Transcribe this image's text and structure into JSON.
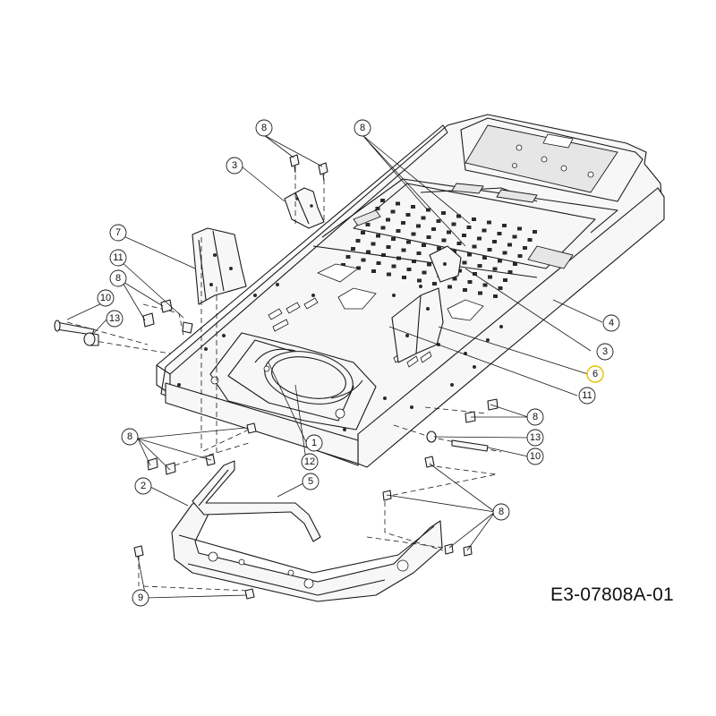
{
  "drawing_code": "E3-07808A-01",
  "callouts": [
    {
      "id": "c8a",
      "label": "8"
    },
    {
      "id": "c3a",
      "label": "3"
    },
    {
      "id": "c8b",
      "label": "8"
    },
    {
      "id": "c7",
      "label": "7"
    },
    {
      "id": "c11a",
      "label": "11"
    },
    {
      "id": "c8c",
      "label": "8"
    },
    {
      "id": "c10a",
      "label": "10"
    },
    {
      "id": "c13a",
      "label": "13"
    },
    {
      "id": "c4",
      "label": "4"
    },
    {
      "id": "c3b",
      "label": "3"
    },
    {
      "id": "c6",
      "label": "6",
      "highlight": true
    },
    {
      "id": "c11b",
      "label": "11"
    },
    {
      "id": "c8d",
      "label": "8"
    },
    {
      "id": "c13b",
      "label": "13"
    },
    {
      "id": "c10b",
      "label": "10"
    },
    {
      "id": "c1",
      "label": "1"
    },
    {
      "id": "c12",
      "label": "12"
    },
    {
      "id": "c8e",
      "label": "8"
    },
    {
      "id": "c2",
      "label": "2"
    },
    {
      "id": "c5",
      "label": "5"
    },
    {
      "id": "c8f",
      "label": "8"
    },
    {
      "id": "c9",
      "label": "9"
    }
  ]
}
